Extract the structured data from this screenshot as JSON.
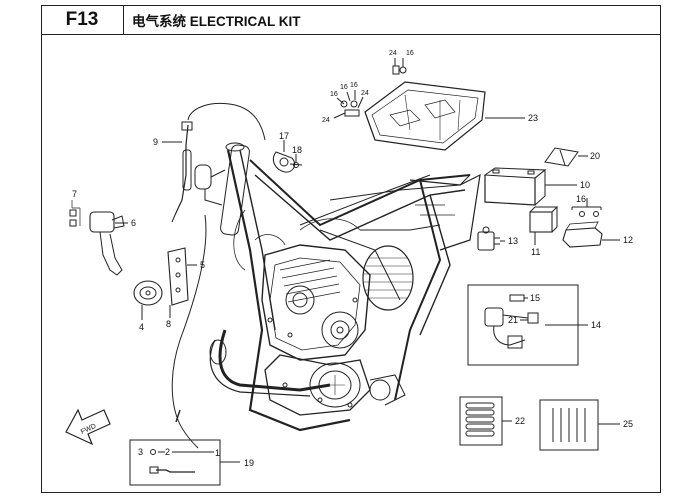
{
  "header": {
    "code": "F13",
    "title": "电气系统 ELECTRICAL KIT"
  },
  "callouts": {
    "c1": "1",
    "c2": "2",
    "c3": "3",
    "c4": "4",
    "c5": "5",
    "c6": "6",
    "c7": "7",
    "c8": "8",
    "c9": "9",
    "c10": "10",
    "c11": "11",
    "c12": "12",
    "c13": "13",
    "c14": "14",
    "c15": "15",
    "c16a": "16",
    "c16b": "16",
    "c16c": "16",
    "c16d": "16",
    "c16e": "16",
    "c17": "17",
    "c18": "18",
    "c19": "19",
    "c20": "20",
    "c21": "21",
    "c22": "22",
    "c23": "23",
    "c24a": "24",
    "c24b": "24",
    "c24c": "24",
    "c25": "25"
  },
  "fwd_label": "FWD"
}
